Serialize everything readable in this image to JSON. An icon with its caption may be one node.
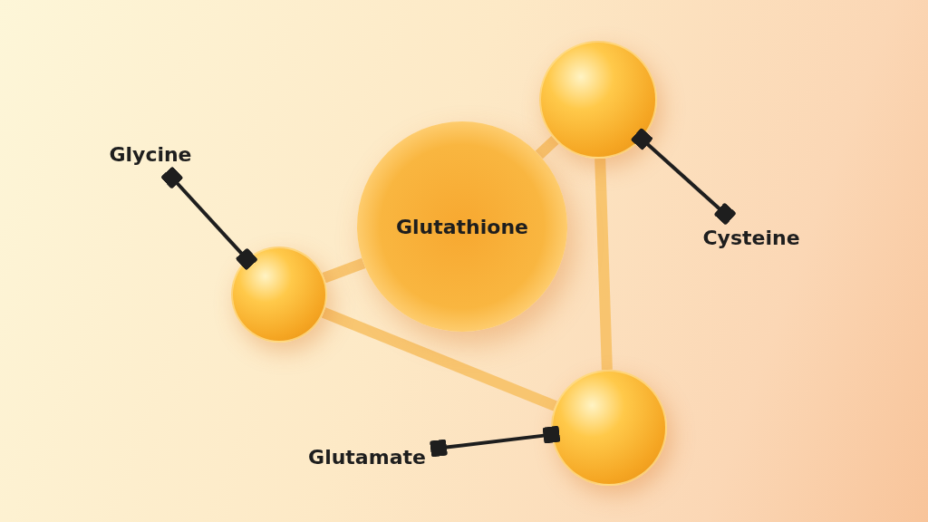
{
  "diagram": {
    "nodes": [
      {
        "text": [
          "Glycine"
        ]
      },
      {
        "text": [],
        "shape": "circle"
      },
      {
        "text": [
          "Glutathione"
        ]
      },
      {
        "text": [],
        "shape": "circle"
      },
      {
        "text": [
          "Cysteine"
        ]
      },
      {
        "text": [
          "Glutamate"
        ]
      },
      {
        "text": [],
        "shape": "circle"
      }
    ],
    "edges": [
      {
        "from": 1,
        "to": 2,
        "arrow": "none"
      },
      {
        "from": 2,
        "to": 3,
        "arrow": "none"
      },
      {
        "from": 3,
        "to": 6,
        "arrow": "none"
      },
      {
        "from": 1,
        "to": 6,
        "arrow": "none"
      },
      {
        "from": 0,
        "to": 1,
        "arrow": "other",
        "color": "#1e1e1e"
      },
      {
        "from": 4,
        "to": 3,
        "arrow": "other",
        "color": "#1e1e1e"
      },
      {
        "from": 5,
        "to": 6,
        "arrow": "other",
        "color": "#1e1e1e"
      }
    ]
  }
}
